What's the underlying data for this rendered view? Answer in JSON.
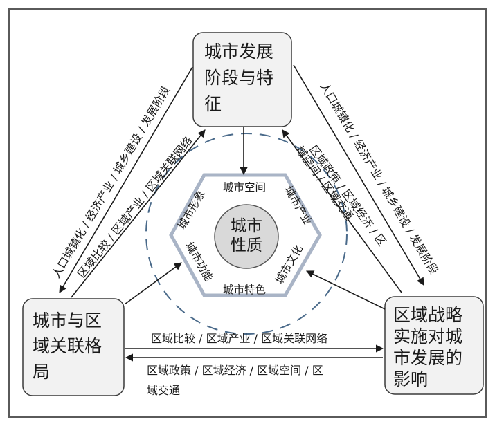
{
  "nodes": {
    "top": {
      "lines": [
        "城市发展",
        "阶段与特",
        "征"
      ]
    },
    "left": {
      "lines": [
        "城市与区",
        "域关联格",
        "局"
      ]
    },
    "right": {
      "lines": [
        "区域战略",
        "实施对城",
        "市发展的",
        "影响"
      ]
    },
    "center": {
      "lines": [
        "城市",
        "性质"
      ]
    }
  },
  "hexagon_labels": {
    "top": "城市空间",
    "upper_right": "城市产业",
    "lower_right": "城市文化",
    "bottom": "城市特色",
    "lower_left": "城市功能",
    "upper_left": "城市形象"
  },
  "flows": {
    "left_outer": "人口城镇化 / 经济产业 / 城乡建设 / 发展阶段",
    "left_inner": "区域比较 / 区域产业 / 区域关联网络",
    "right_outer": "人口城镇化 / 经济产业 / 城乡建设 / 发展阶段",
    "right_inner_1": "区域政策 / 区域经济 / 区",
    "right_inner_2": "域空间 / 区域交通",
    "bottom_top": "区域比较 / 区域产业 / 区域关联网络",
    "bottom_lower_1": "区域政策 / 区域经济 / 区域空间 / 区",
    "bottom_lower_2": "域交通"
  },
  "colors": {
    "box_fill": "#f2f2f2",
    "box_stroke": "#3a3a3a",
    "center_fill": "#d9d9d9",
    "hexagon_stroke": "#a9b4c6",
    "dashed_circle": "#4a6a8a",
    "frame": "#5a5a5a"
  }
}
